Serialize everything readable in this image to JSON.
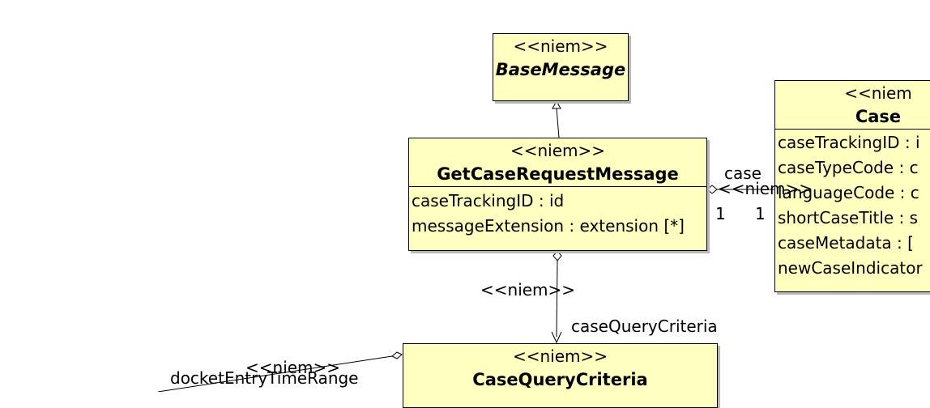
{
  "classes": {
    "base_message": {
      "stereotype": "<<niem>>",
      "name": "BaseMessage"
    },
    "get_case_request_message": {
      "stereotype": "<<niem>>",
      "name": "GetCaseRequestMessage",
      "attributes": [
        "caseTrackingID : id",
        "messageExtension : extension [*]"
      ]
    },
    "case": {
      "stereotype": "<<niem",
      "name": "Case",
      "attributes": [
        "caseTrackingID : i",
        "caseTypeCode : c",
        "languageCode : c",
        "shortCaseTitle : s",
        "caseMetadata :  [",
        "newCaseIndicator"
      ]
    },
    "case_query_criteria": {
      "stereotype": "<<niem>>",
      "name": "CaseQueryCriteria"
    }
  },
  "associations": {
    "case_assoc": {
      "role": "case",
      "stereotype": "<<niem>>",
      "mult_source": "1",
      "mult_target": "1"
    },
    "query_assoc": {
      "stereotype": "<<niem>>",
      "role": "caseQueryCriteria"
    },
    "docket_assoc": {
      "stereotype": "<<niem>>",
      "role": "docketEntryTimeRange"
    }
  }
}
